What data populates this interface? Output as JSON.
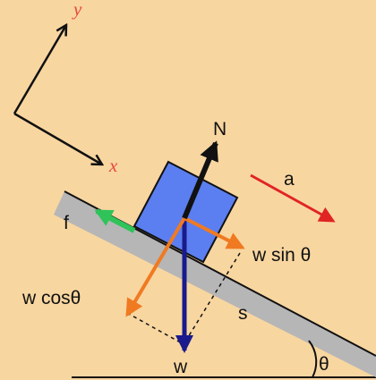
{
  "axes": {
    "x_label": "x",
    "y_label": "y"
  },
  "labels": {
    "normal": "N",
    "acceleration": "a",
    "friction": "f",
    "weight_parallel": "w sin θ",
    "weight_perpendicular": "w cosθ",
    "displacement": "s",
    "weight": "w",
    "angle": "θ"
  },
  "colors": {
    "background": "#f8d6a0",
    "incline": "#b6b6b6",
    "block": "#5b7ff0",
    "normal_force": "#111111",
    "weight": "#1a1a8c",
    "components": "#f07a22",
    "friction": "#2fc35a",
    "acceleration": "#e02424",
    "axis_label": "#e8473e"
  }
}
